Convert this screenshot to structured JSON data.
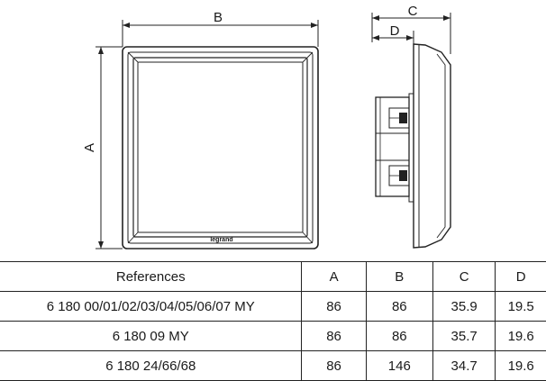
{
  "drawing": {
    "dimension_labels": {
      "a": "A",
      "b": "B",
      "c": "C",
      "d": "D"
    },
    "brand_mark": "legrand"
  },
  "table": {
    "headers": [
      "References",
      "A",
      "B",
      "C",
      "D"
    ],
    "rows": [
      [
        "6 180 00/01/02/03/04/05/06/07 MY",
        "86",
        "86",
        "35.9",
        "19.5"
      ],
      [
        "6 180 09 MY",
        "86",
        "86",
        "35.7",
        "19.6"
      ],
      [
        "6 180 24/66/68",
        "86",
        "146",
        "34.7",
        "19.6"
      ]
    ]
  }
}
